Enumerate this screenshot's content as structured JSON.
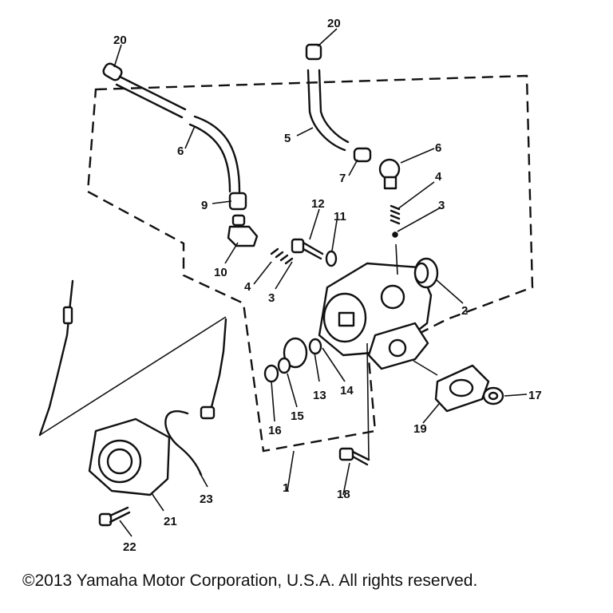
{
  "diagram": {
    "part_numbers": {
      "p1": "1",
      "p2": "2",
      "p3a": "3",
      "p3b": "3",
      "p4a": "4",
      "p4b": "4",
      "p5": "5",
      "p6a": "6",
      "p6b": "6",
      "p7": "7",
      "p9": "9",
      "p10": "10",
      "p11": "11",
      "p12": "12",
      "p13": "13",
      "p14": "14",
      "p15": "15",
      "p16": "16",
      "p17": "17",
      "p18": "18",
      "p19": "19",
      "p20a": "20",
      "p20b": "20",
      "p21": "21",
      "p22": "22",
      "p23": "23"
    }
  },
  "footer": {
    "copyright": "©2013 Yamaha Motor Corporation, U.S.A. All rights reserved."
  }
}
